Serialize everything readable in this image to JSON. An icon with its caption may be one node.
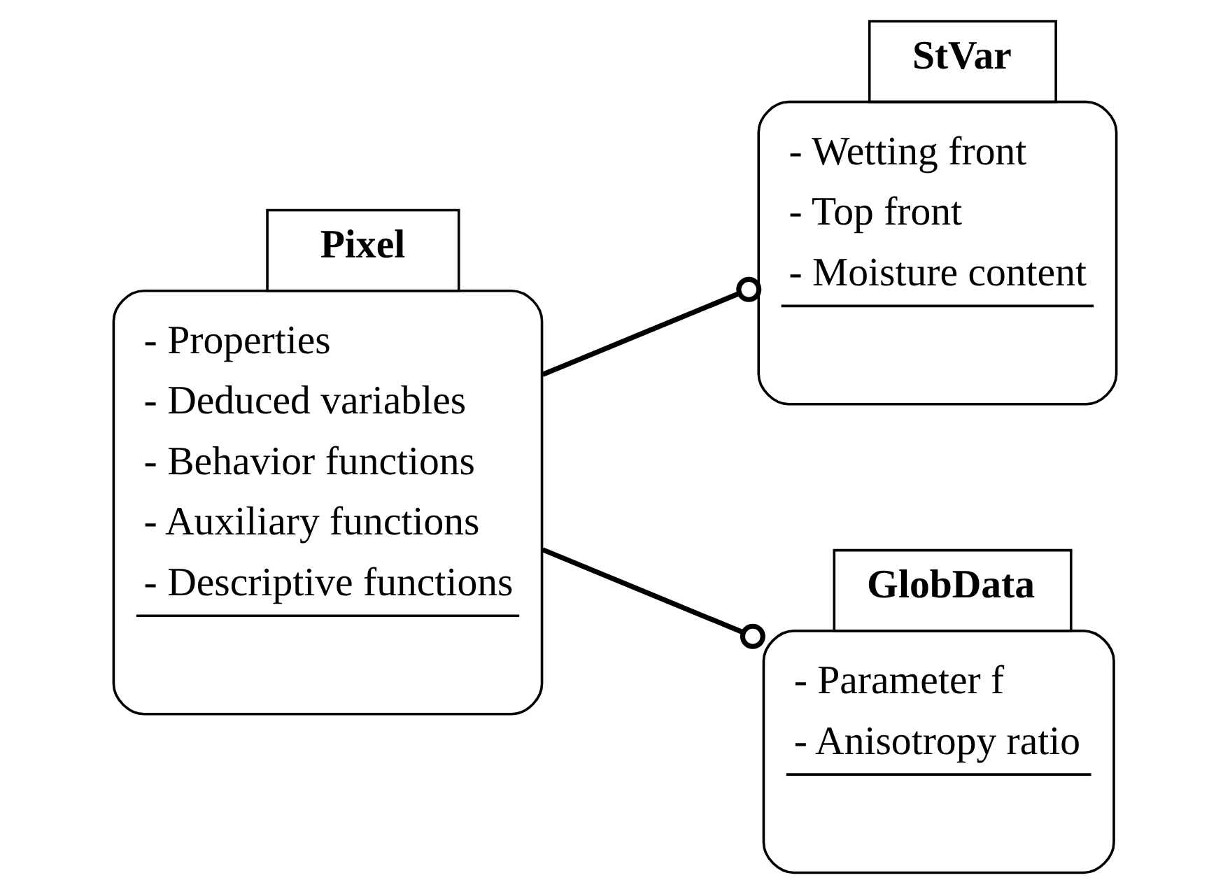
{
  "diagram": {
    "nodes": [
      {
        "text": [
          "Pixel",
          "- Properties",
          "- Deduced variables",
          "- Behavior functions",
          "- Auxiliary functions",
          "- Descriptive functions"
        ]
      },
      {
        "text": [
          "StVar",
          "- Wetting front",
          "- Top front",
          "- Moisture content"
        ]
      },
      {
        "text": [
          "GlobData",
          "- Parameter f",
          "- Anisotropy ratio"
        ]
      }
    ],
    "edges": [
      {
        "from": 0,
        "to": 1,
        "arrow": "other"
      },
      {
        "from": 0,
        "to": 2,
        "arrow": "other"
      }
    ]
  }
}
